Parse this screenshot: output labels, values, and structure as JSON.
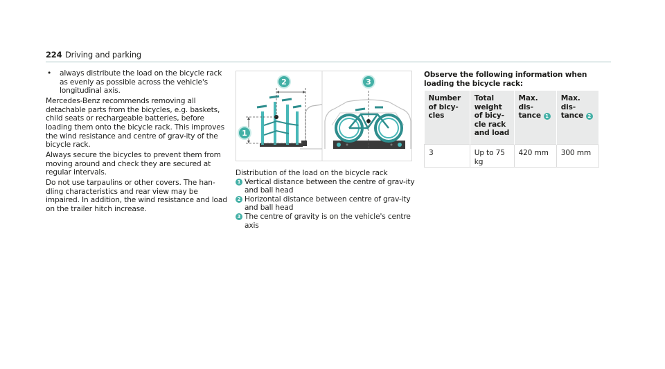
{
  "header": {
    "page_number": "224",
    "section": "Driving and parking"
  },
  "column1": {
    "bullet_symbol": "•",
    "bullet_text": "always distribute the load on the bicycle rack as evenly as possible across the vehicle's longitudinal axis.",
    "paragraphs": [
      "Mercedes-Benz recommends removing all detachable parts from the bicycles, e.g. baskets, child seats or rechargeable batteries, before loading them onto the bicycle rack. This improves the wind resistance and centre of grav-ity of the bicycle rack.",
      "Always secure the bicycles to prevent them from moving around and check they are secured at regular intervals.",
      "Do not use tarpaulins or other covers. The han-dling characteristics and rear view may be impaired. In addition, the wind resistance and load on the trailer hitch increase."
    ]
  },
  "figure": {
    "markers": [
      "1",
      "2",
      "3"
    ],
    "caption_title": "Distribution of the load on the bicycle rack",
    "caption_items": [
      {
        "num": "1",
        "text": "Vertical distance between the centre of grav-ity and ball head"
      },
      {
        "num": "2",
        "text": "Horizontal distance between centre of grav-ity and ball head"
      },
      {
        "num": "3",
        "text": "The centre of gravity is on the vehicle's centre axis"
      }
    ]
  },
  "column3": {
    "title": "Observe the following information when loading the bicycle rack:",
    "table": {
      "headers": [
        {
          "text": "Number of bicy-cles"
        },
        {
          "text": "Total weight of bicy-cle rack and load"
        },
        {
          "text": "Max. dis-tance",
          "marker": "1"
        },
        {
          "text": "Max. dis-tance",
          "marker": "2"
        }
      ],
      "rows": [
        [
          "3",
          "Up to 75 kg",
          "420 mm",
          "300 mm"
        ]
      ]
    }
  },
  "colors": {
    "accent": "#43b0a6",
    "header_rule": "#a8c4c4",
    "table_header_bg": "#e9eaea"
  }
}
